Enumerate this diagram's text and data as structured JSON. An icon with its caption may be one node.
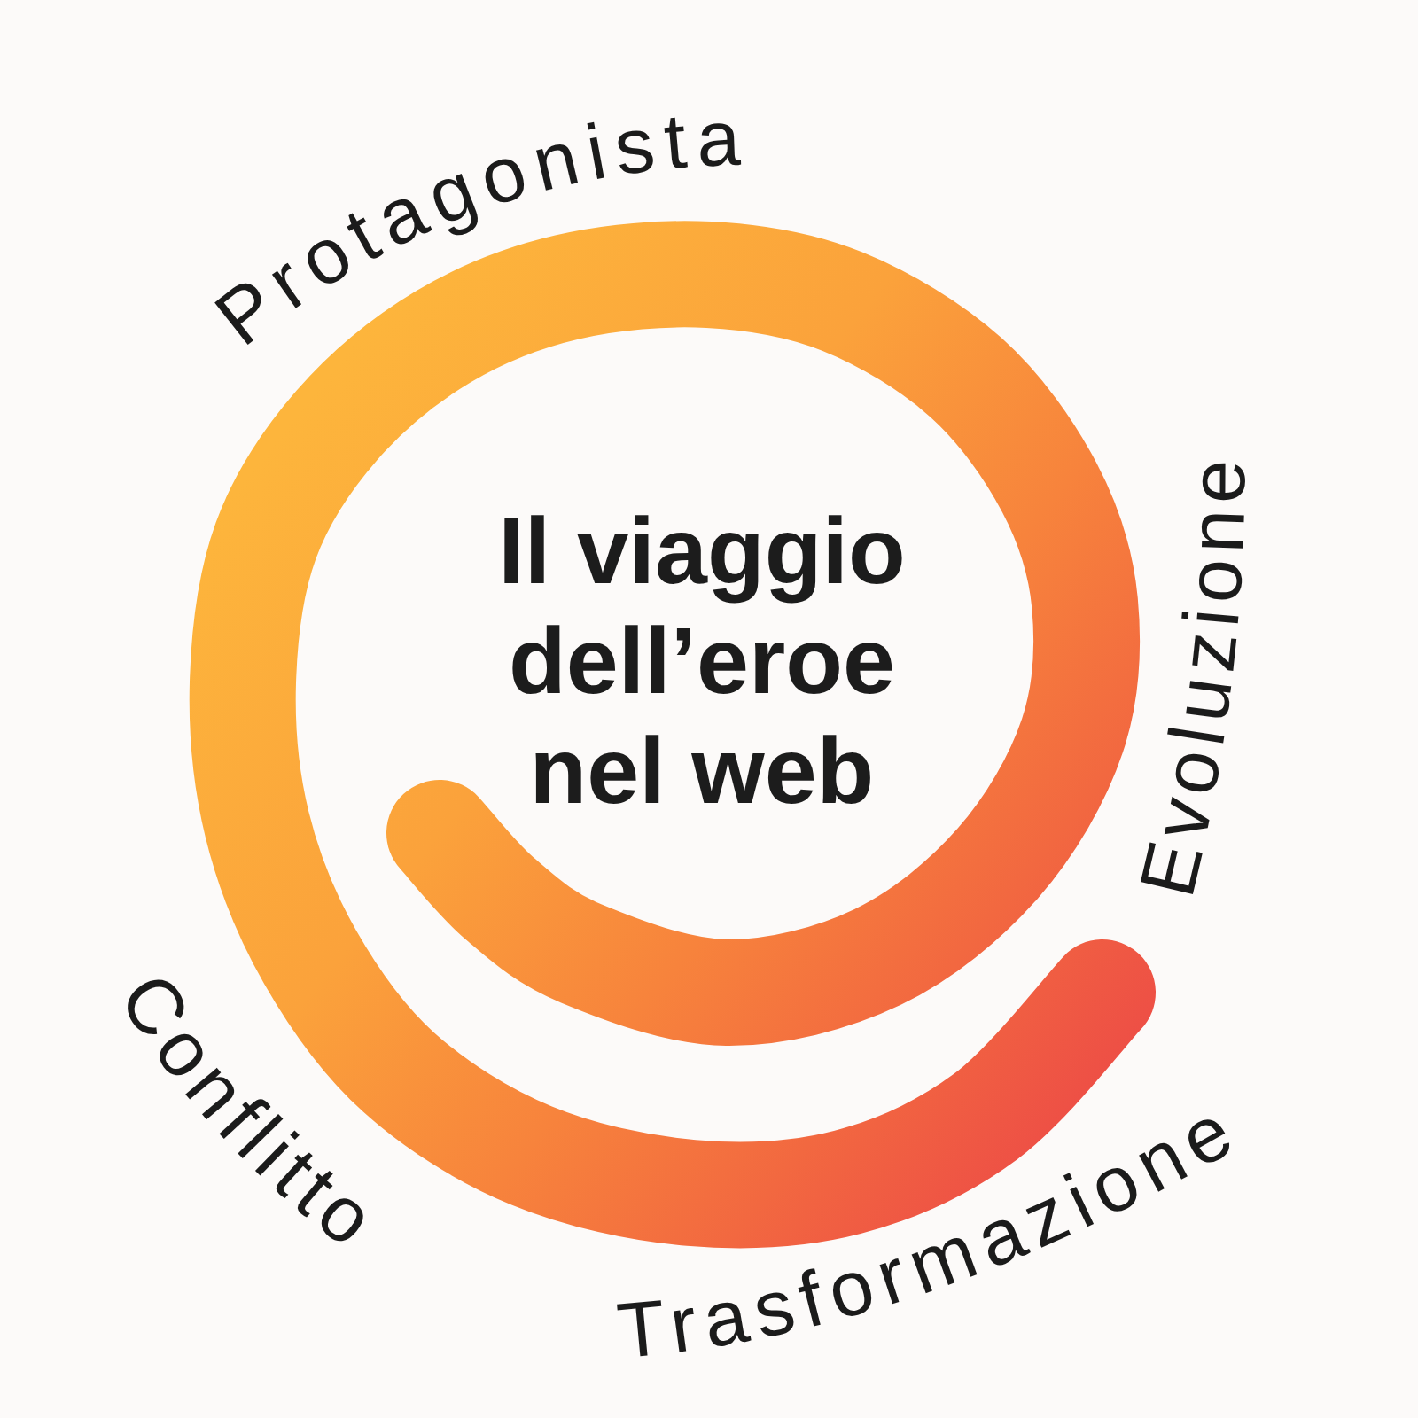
{
  "diagram": {
    "title": "Il viaggio dell’eroe nel web",
    "labels": [
      "Protagonista",
      "Evoluzione",
      "Conflitto",
      "Trasformazione"
    ]
  }
}
